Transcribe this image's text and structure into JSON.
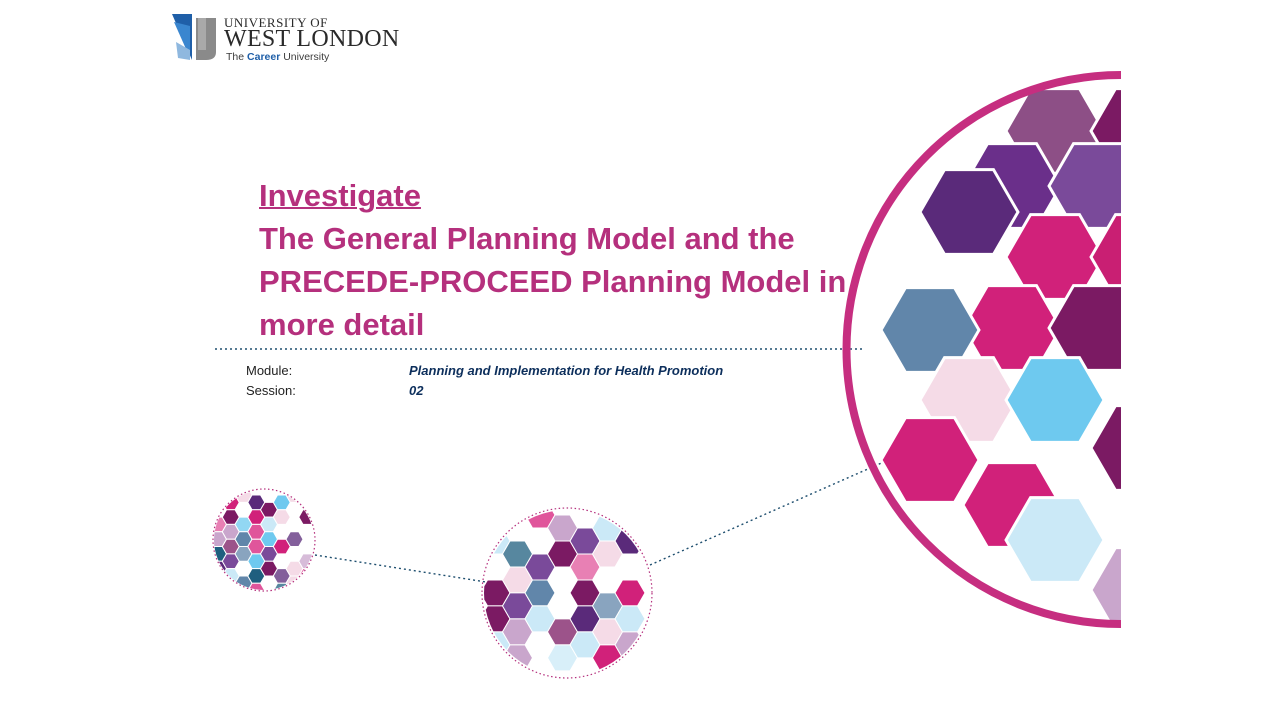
{
  "logo": {
    "line1": "UNIVERSITY OF",
    "line2": "WEST LONDON",
    "tagline_pre": "The ",
    "tagline_accent": "Career",
    "tagline_post": " University"
  },
  "title": {
    "keyword": "Investigate",
    "lines": [
      "The General Planning Model and the",
      "PRECEDE-PROCEED Planning Model in",
      "more detail"
    ]
  },
  "meta": {
    "module_label": "Module:",
    "module_value": "Planning and Implementation for Health Promotion",
    "session_label": "Session:",
    "session_value": "02"
  },
  "colors": {
    "brand_magenta": "#b5307d",
    "ring_magenta": "#c62e80",
    "navy": "#0d2f5c",
    "hex_palette": [
      "#d1217a",
      "#7b1a63",
      "#7a4a9a",
      "#6186aa",
      "#f5dbe7",
      "#6ec9ef",
      "#e0559b",
      "#1f5f7f",
      "#c9a6cc",
      "#cbe9f7",
      "#5a2a7a"
    ]
  }
}
